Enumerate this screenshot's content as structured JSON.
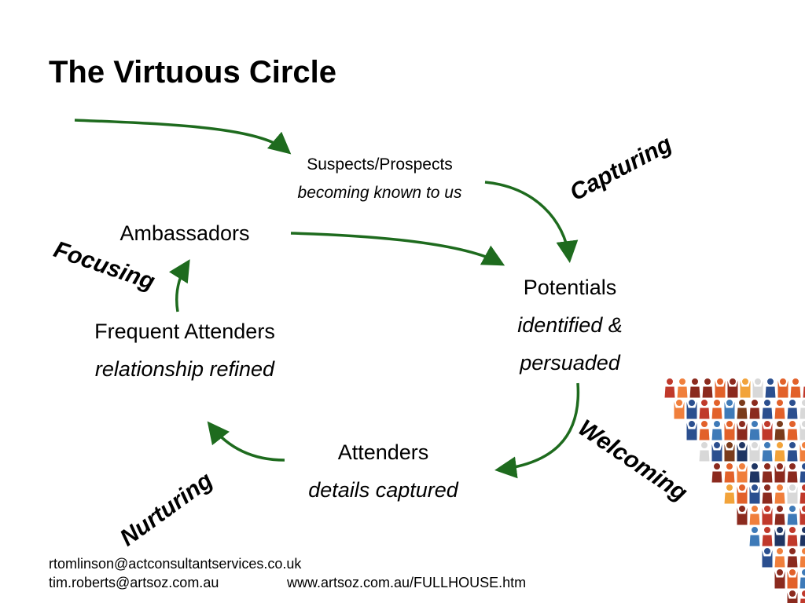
{
  "title": "The Virtuous Circle",
  "nodes": {
    "suspects": {
      "label": "Suspects/Prospects",
      "detail": "becoming known to us"
    },
    "potentials": {
      "label": "Potentials",
      "detail_line1": "identified &",
      "detail_line2": "persuaded"
    },
    "attenders": {
      "label": "Attenders",
      "detail": "details captured"
    },
    "frequent": {
      "label": "Frequent Attenders",
      "detail": "relationship refined"
    },
    "ambassadors": {
      "label": "Ambassadors"
    }
  },
  "stages": {
    "capturing": "Capturing",
    "welcoming": "Welcoming",
    "nurturing": "Nurturing",
    "focusing": "Focusing"
  },
  "footer": {
    "email1": "rtomlinson@actconsultantservices.co.uk",
    "email2": "tim.roberts@artsoz.com.au",
    "url": "www.artsoz.com.au/FULLHOUSE.htm"
  },
  "colors": {
    "arrow": "#1e6b1e",
    "text": "#000000"
  },
  "decoration": "crowd-illustration"
}
